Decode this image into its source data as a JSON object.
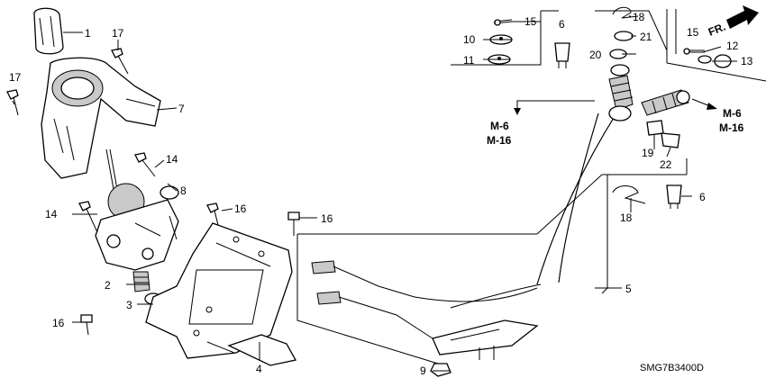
{
  "diagram": {
    "callouts": [
      {
        "id": "1",
        "text": "1"
      },
      {
        "id": "2",
        "text": "2"
      },
      {
        "id": "3",
        "text": "3"
      },
      {
        "id": "4",
        "text": "4"
      },
      {
        "id": "5",
        "text": "5"
      },
      {
        "id": "6a",
        "text": "6"
      },
      {
        "id": "6b",
        "text": "6"
      },
      {
        "id": "7",
        "text": "7"
      },
      {
        "id": "8",
        "text": "8"
      },
      {
        "id": "9",
        "text": "9"
      },
      {
        "id": "10",
        "text": "10"
      },
      {
        "id": "11",
        "text": "11"
      },
      {
        "id": "12",
        "text": "12"
      },
      {
        "id": "13",
        "text": "13"
      },
      {
        "id": "14a",
        "text": "14"
      },
      {
        "id": "14b",
        "text": "14"
      },
      {
        "id": "15a",
        "text": "15"
      },
      {
        "id": "15b",
        "text": "15"
      },
      {
        "id": "16a",
        "text": "16"
      },
      {
        "id": "16b",
        "text": "16"
      },
      {
        "id": "16c",
        "text": "16"
      },
      {
        "id": "17a",
        "text": "17"
      },
      {
        "id": "17b",
        "text": "17"
      },
      {
        "id": "18a",
        "text": "18"
      },
      {
        "id": "18b",
        "text": "18"
      },
      {
        "id": "19",
        "text": "19"
      },
      {
        "id": "20",
        "text": "20"
      },
      {
        "id": "21",
        "text": "21"
      },
      {
        "id": "22",
        "text": "22"
      }
    ],
    "references": [
      {
        "id": "left",
        "line1": "M-6",
        "line2": "M-16"
      },
      {
        "id": "right",
        "line1": "M-6",
        "line2": "M-16"
      }
    ],
    "direction_label": "FR.",
    "diagram_code": "SMG7B3400D"
  }
}
